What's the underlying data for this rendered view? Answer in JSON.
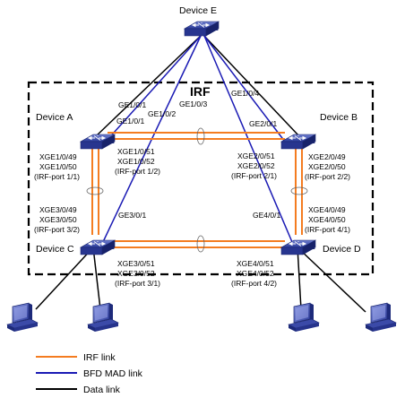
{
  "devices": {
    "e": "Device E",
    "a": "Device A",
    "b": "Device B",
    "c": "Device C",
    "d": "Device D"
  },
  "irf_title": "IRF",
  "ports": {
    "ge101_left": "GE1/0/1",
    "ge101_mid": "GE1/0/1",
    "ge102": "GE1/0/2",
    "ge103": "GE1/0/3",
    "ge104": "GE1/0/4",
    "ge201": "GE2/0/1",
    "ge301": "GE3/0/1",
    "ge401": "GE4/0/1",
    "a_left": [
      "XGE1/0/49",
      "XGE1/0/50",
      "(IRF-port 1/1)"
    ],
    "a_right": [
      "XGE1/0/51",
      "XGE1/0/52",
      "(IRF-port 1/2)"
    ],
    "b_left": [
      "XGE2/0/51",
      "XGE2/0/52",
      "(IRF-port 2/1)"
    ],
    "b_right": [
      "XGE2/0/49",
      "XGE2/0/50",
      "(IRF-port 2/2)"
    ],
    "c_left": [
      "XGE3/0/49",
      "XGE3/0/50",
      "(IRF-port 3/2)"
    ],
    "c_right": [
      "XGE3/0/51",
      "XGE3/0/52",
      "(IRF-port 3/1)"
    ],
    "d_left": [
      "XGE4/0/51",
      "XGE4/0/52",
      "(IRF-port 4/2)"
    ],
    "d_right": [
      "XGE4/0/49",
      "XGE4/0/50",
      "(IRF-port 4/1)"
    ]
  },
  "legend": {
    "irf_link": "IRF link",
    "bfd_mad_link": "BFD  MAD link",
    "data_link": "Data link"
  },
  "colors": {
    "irf_link": "#f47c20",
    "bfd_mad_link": "#1a1ab4",
    "data_link": "#000000",
    "device_fill": "#2e3d9a"
  }
}
